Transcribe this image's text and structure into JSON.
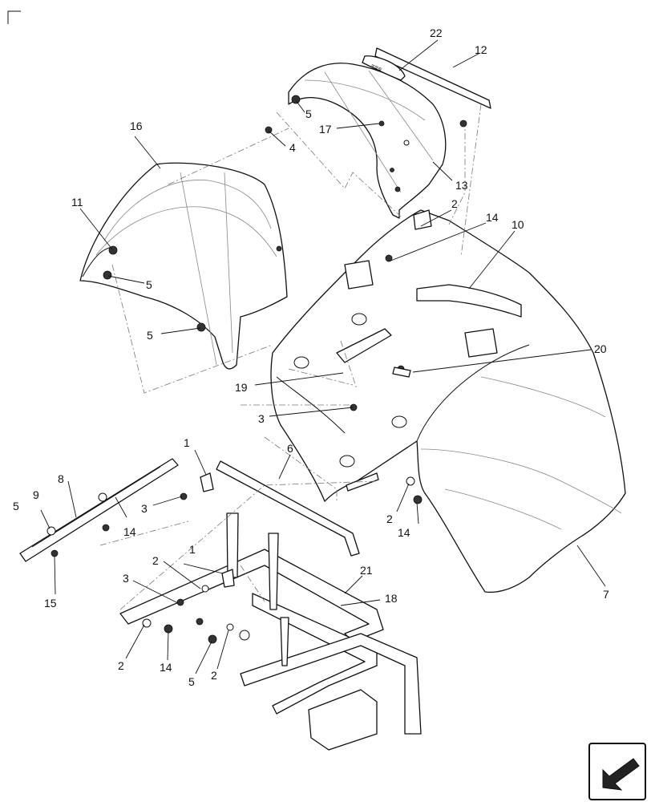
{
  "diagram": {
    "callouts": [
      "1",
      "1",
      "2",
      "2",
      "2",
      "2",
      "2",
      "3",
      "3",
      "3",
      "4",
      "5",
      "5",
      "5",
      "5",
      "5",
      "6",
      "7",
      "8",
      "9",
      "10",
      "11",
      "12",
      "13",
      "14",
      "14",
      "14",
      "14",
      "15",
      "16",
      "17",
      "18",
      "19",
      "20",
      "21",
      "22"
    ],
    "nav_icon": "arrow-down-left-icon"
  }
}
